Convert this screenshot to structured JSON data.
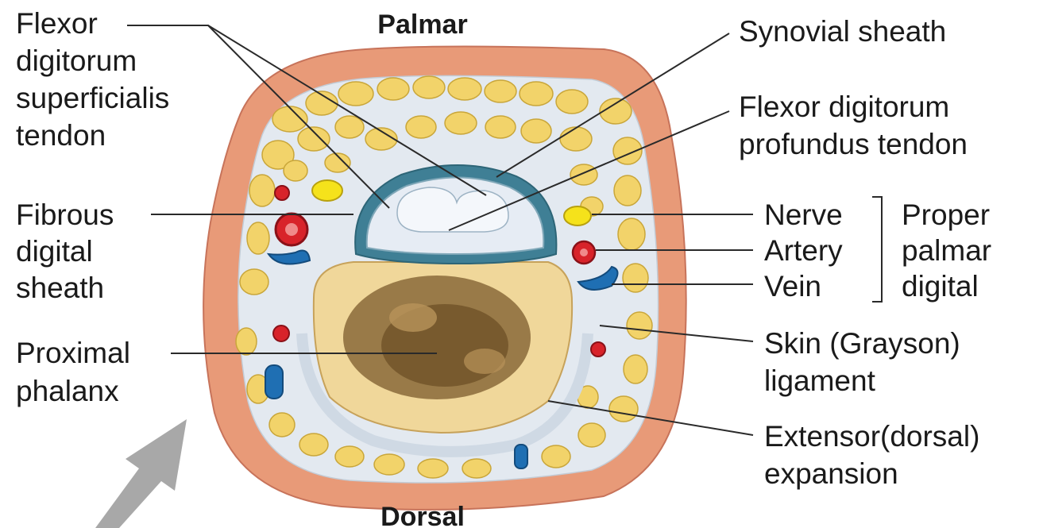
{
  "orientation": {
    "top": "Palmar",
    "bottom": "Dorsal"
  },
  "labels": {
    "fds": [
      "Flexor",
      "digitorum",
      "superficialis",
      "tendon"
    ],
    "fibrous_sheath": [
      "Fibrous",
      "digital",
      "sheath"
    ],
    "proximal_phalanx": [
      "Proximal",
      "phalanx"
    ],
    "synovial_sheath": [
      "Synovial sheath"
    ],
    "fdp": [
      "Flexor digitorum",
      "profundus tendon"
    ],
    "nerve": "Nerve",
    "artery": "Artery",
    "vein": "Vein",
    "bracket_group": [
      "Proper",
      "palmar",
      "digital"
    ],
    "grayson": [
      "Skin (Grayson)",
      "ligament"
    ],
    "extensor": [
      "Extensor(dorsal)",
      "expansion"
    ]
  },
  "colors": {
    "skin": "#e89a78",
    "skin_outline": "#c7735a",
    "fat": "#f2d36a",
    "fat_outline": "#c9a63a",
    "fascia": "#e3e9f0",
    "bone": "#f0d79a",
    "marrow": "#8a6a3a",
    "sheath": "#3f7f95",
    "tendon": "#e6ecf4",
    "nerve": "#f5e21b",
    "artery": "#d8232a",
    "vein": "#1f6fb3",
    "arrow": "#a8a8a8"
  }
}
